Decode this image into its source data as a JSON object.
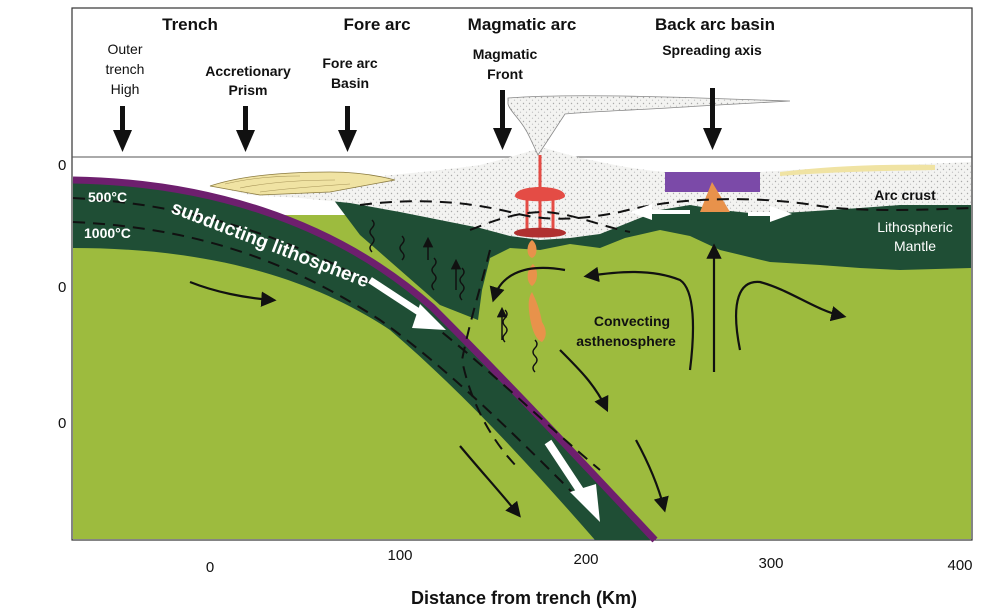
{
  "labels": {
    "trench": "Trench",
    "fore_arc": "Fore arc",
    "magmatic_arc": "Magmatic arc",
    "back_arc_basin": "Back arc basin",
    "outer_trench_high": [
      "Outer",
      "trench",
      "High"
    ],
    "accretionary_prism": [
      "Accretionary",
      "Prism"
    ],
    "fore_arc_basin": [
      "Fore arc",
      "Basin"
    ],
    "magmatic_front": [
      "Magmatic",
      "Front"
    ],
    "spreading_axis": "Spreading axis",
    "arc_crust": "Arc crust",
    "lithospheric_mantle": [
      "Lithospheric",
      "Mantle"
    ],
    "convecting_asthenosphere": [
      "Convecting",
      "asthenosphere"
    ],
    "subducting_lithosphere": "subducting lithosphere",
    "isotherm_500": "500°C",
    "isotherm_1000": "1000°C"
  },
  "axis": {
    "x_title": "Distance from trench (Km)",
    "x_ticks": [
      "0",
      "100",
      "200",
      "300",
      "400"
    ],
    "y_ticks": [
      "0",
      "0",
      "0"
    ]
  },
  "colors": {
    "asthenosphere": "#9dbb3e",
    "lithosphere": "#1f4e35",
    "slab_top": "#6e1f6e",
    "arc_crust": "#f2f2ef",
    "prism": "#f0e3a3",
    "magma": "#e44c45",
    "spreading_ridge": "#e8924b",
    "back_arc_cap": "#7b4aa8",
    "arrow_white": "#ffffff",
    "arrow_black": "#111111"
  }
}
